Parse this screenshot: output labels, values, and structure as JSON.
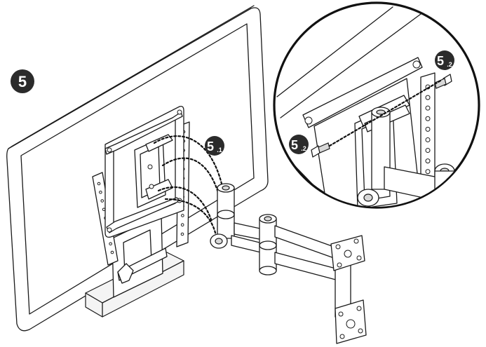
{
  "step": {
    "main_number": "5",
    "sub_a_main": "5",
    "sub_a_suffix": ".1",
    "sub_b_main": "5",
    "sub_b_suffix": ".2",
    "sub_c_main": "5",
    "sub_c_suffix": ".2"
  },
  "colors": {
    "badge": "#2b2b2b",
    "line": "#1a1a1a"
  },
  "icons": [
    "monitor-back",
    "vesa-plate",
    "wall-mount-arm",
    "screw",
    "magnifier-detail"
  ]
}
